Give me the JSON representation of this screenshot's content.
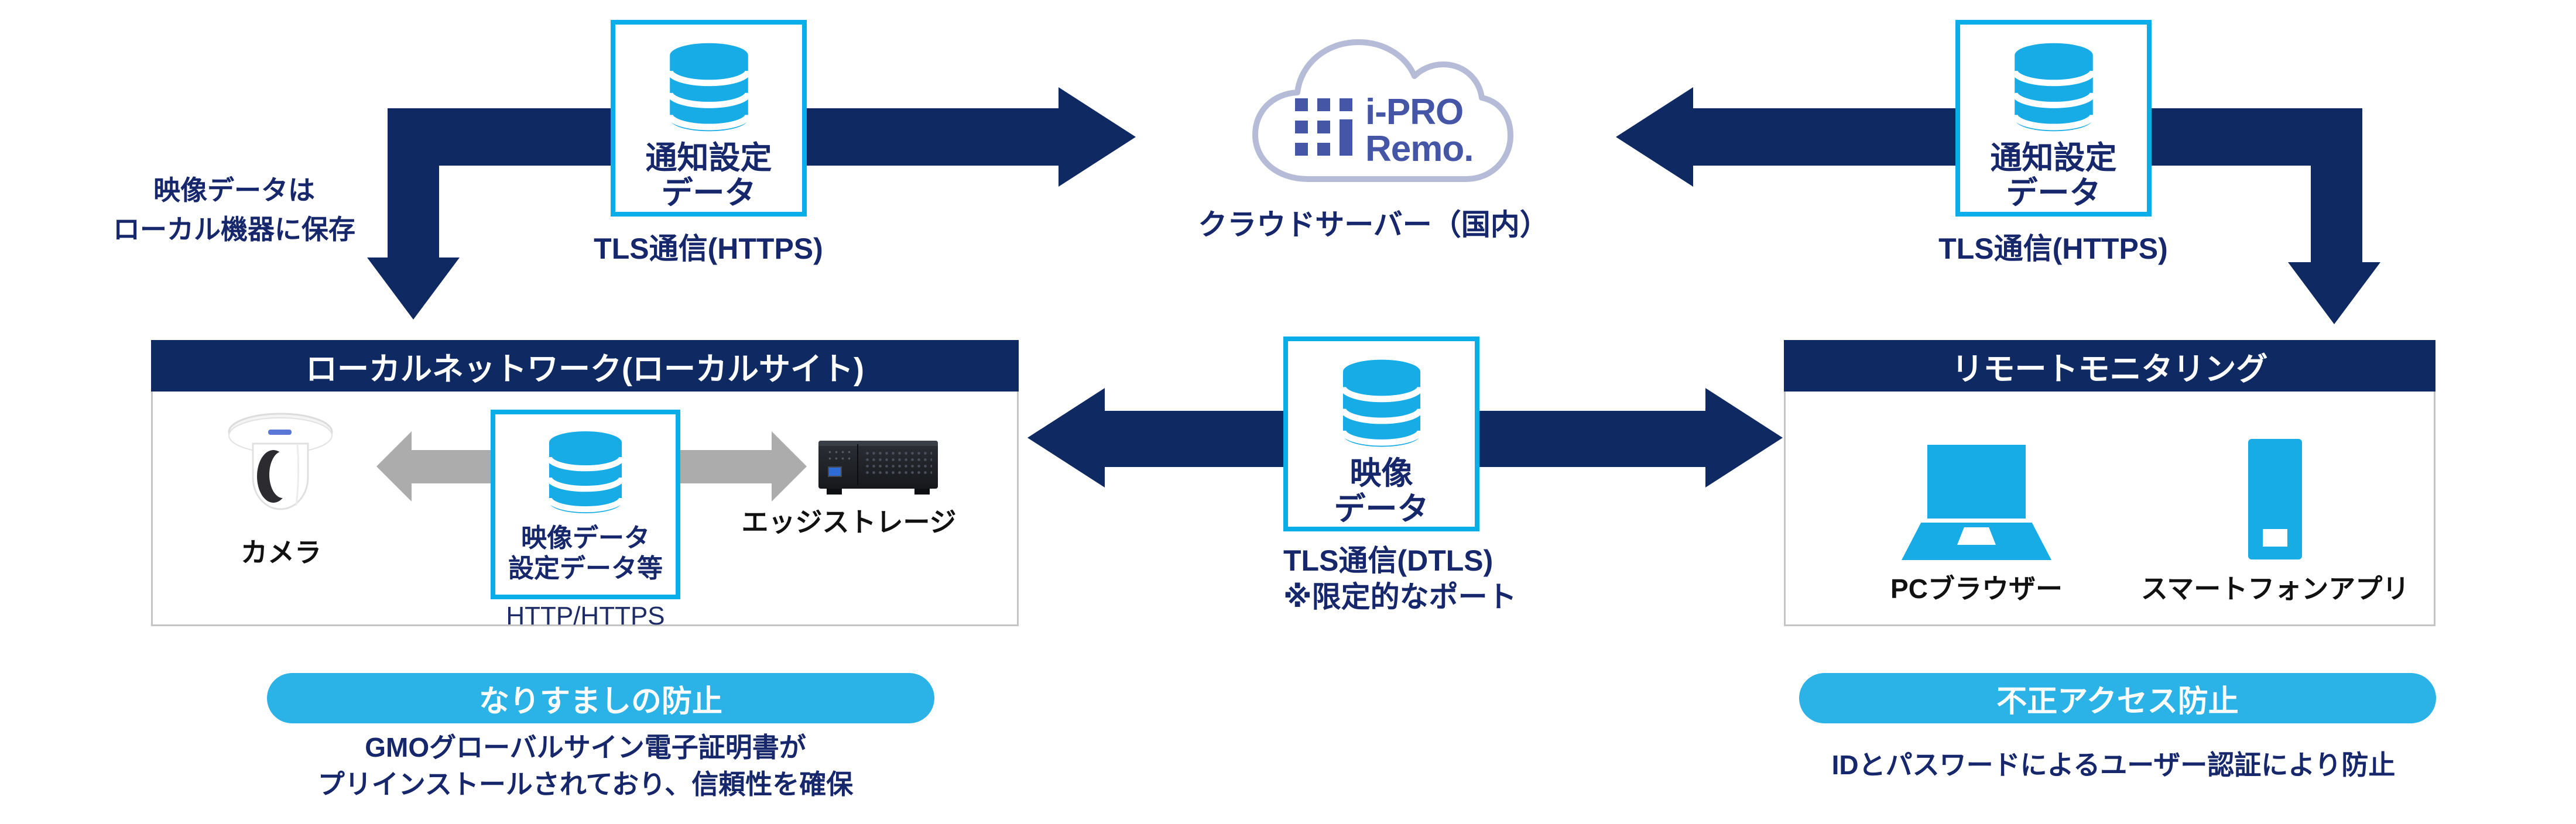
{
  "colors": {
    "navy": "#0f2a63",
    "cyan": "#17ace6",
    "cyan_border": "#09aee8",
    "badge_cyan": "#2bb2e7",
    "gray_arrow": "#acacac",
    "cloud_outline": "#b6bbd8",
    "logo_indigo": "#4456a5",
    "text_navy": "#16276b"
  },
  "top_left_note": {
    "line1": "映像データは",
    "line2": "ローカル機器に保存"
  },
  "notify_left": {
    "title_line1": "通知設定",
    "title_line2": "データ",
    "sublabel": "TLS通信(HTTPS)"
  },
  "notify_right": {
    "title_line1": "通知設定",
    "title_line2": "データ",
    "sublabel": "TLS通信(HTTPS)"
  },
  "cloud": {
    "brand_line1": "i-PRO",
    "brand_line2": "Remo.",
    "label": "クラウドサーバー（国内）"
  },
  "video_link": {
    "title_line1": "映像",
    "title_line2": "データ",
    "sublabel_line1": "TLS通信(DTLS)",
    "sublabel_line2": "※限定的なポート"
  },
  "local_box": {
    "title": "ローカルネットワーク(ローカルサイト)",
    "camera_label": "カメラ",
    "db_title_line1": "映像データ",
    "db_title_line2": "設定データ等",
    "protocol_label": "HTTP/HTTPS",
    "storage_label": "エッジストレージ",
    "badge": "なりすましの防止",
    "note_line1": "GMOグローバルサイン電子証明書が",
    "note_line2": "プリインストールされており、信頼性を確保"
  },
  "remote_box": {
    "title": "リモートモニタリング",
    "pc_label": "PCブラウザー",
    "phone_label": "スマートフォンアプリ",
    "badge": "不正アクセス防止",
    "note": "IDとパスワードによるユーザー認証により防止"
  }
}
